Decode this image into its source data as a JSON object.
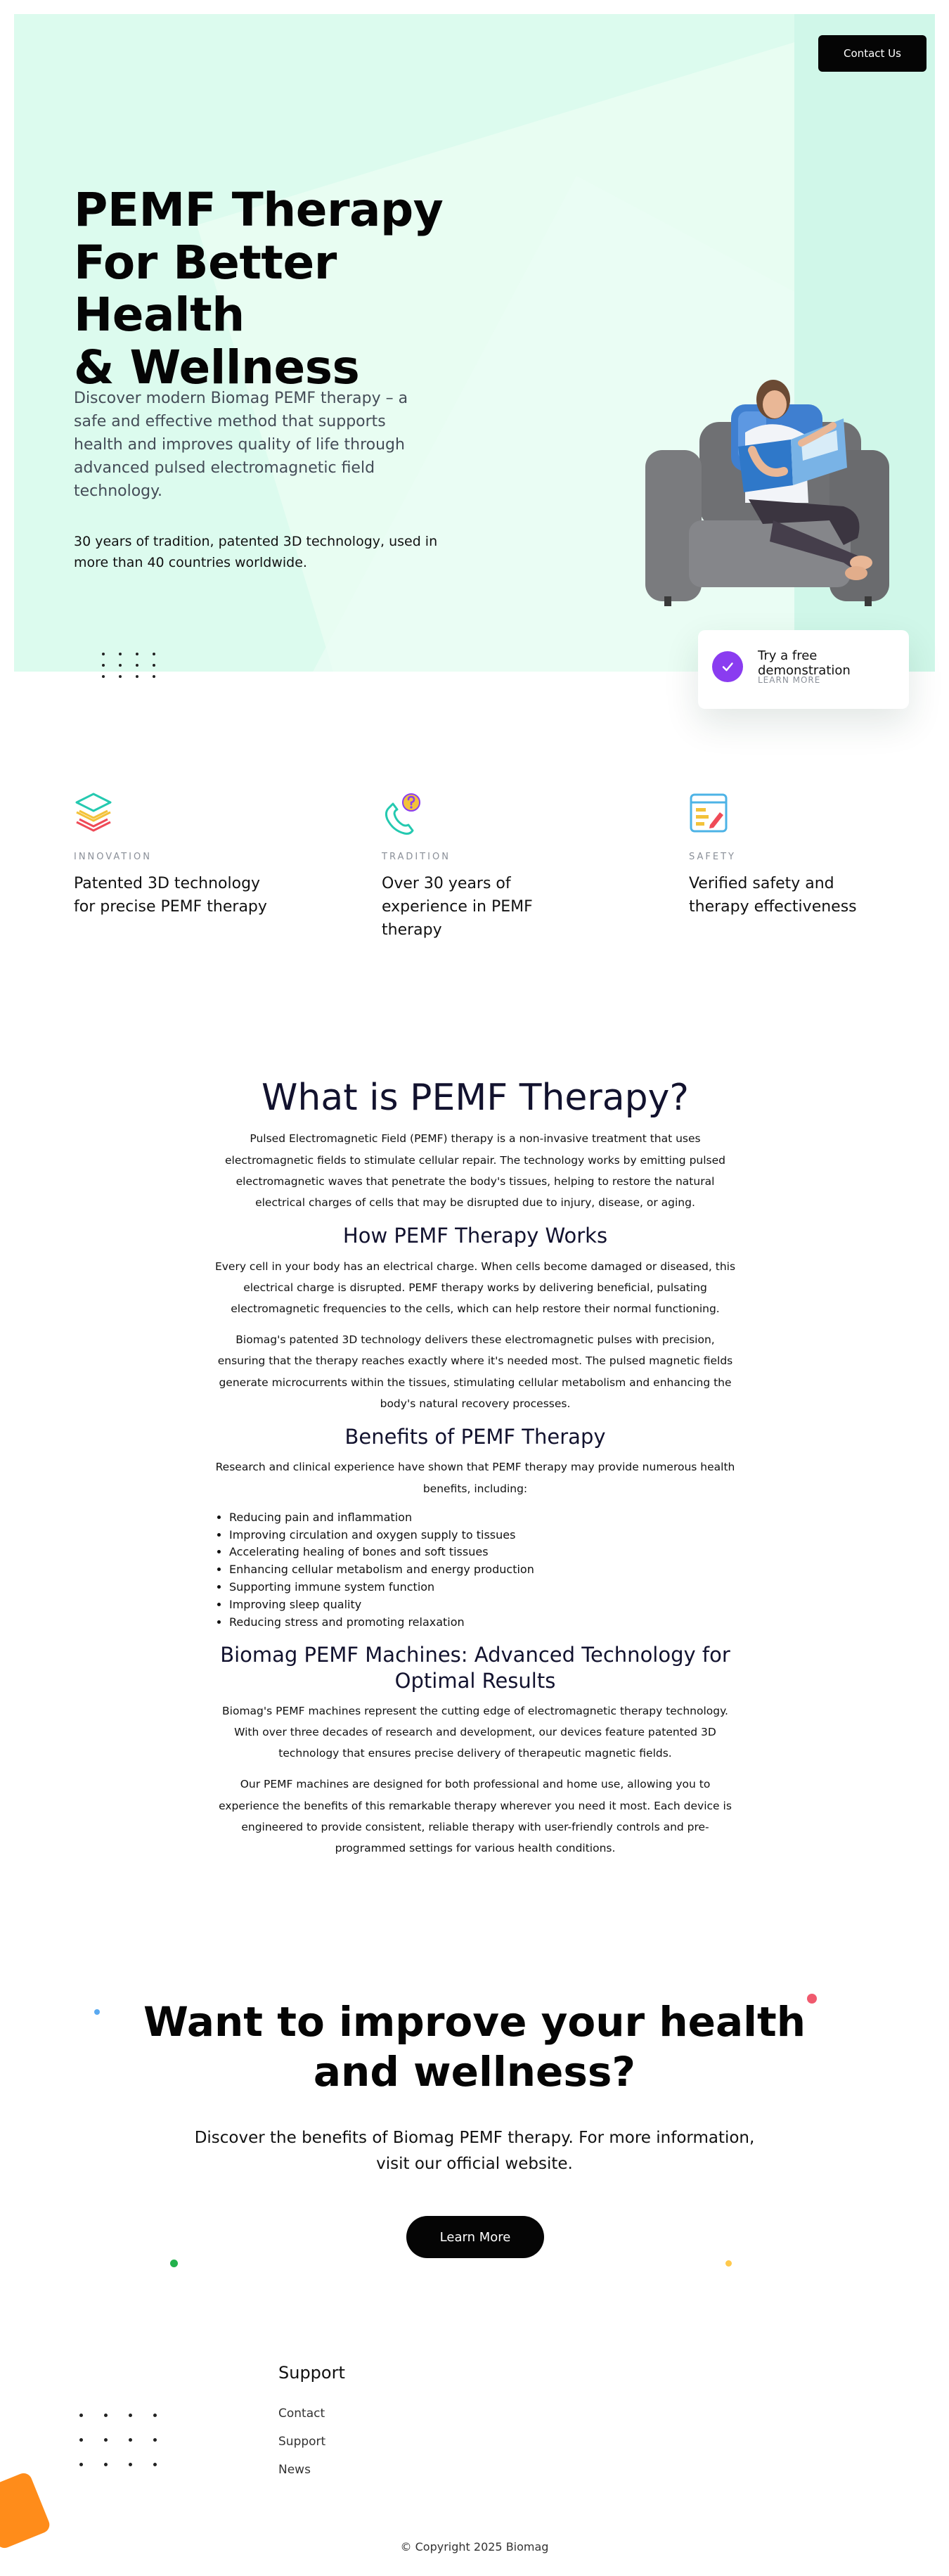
{
  "header": {
    "contact_label": "Contact Us"
  },
  "hero": {
    "title_lines": [
      "PEMF Therapy",
      "For Better Health",
      "& Wellness"
    ],
    "description": "Discover modern Biomag PEMF therapy – a safe and effective method that supports health and improves quality of life through advanced pulsed electromagnetic field technology.",
    "note": "30 years of tradition, patented 3D technology, used in more than 40 countries worldwide.",
    "demo_card": {
      "title": "Try a free demonstration",
      "link": "LEARN MORE",
      "icon": "check-icon"
    }
  },
  "features": [
    {
      "icon": "layers-icon",
      "label": "INNOVATION",
      "text": "Patented 3D technology for precise PEMF therapy"
    },
    {
      "icon": "phone-question-icon",
      "label": "TRADITION",
      "text": "Over 30 years of experience in PEMF therapy"
    },
    {
      "icon": "document-pen-icon",
      "label": "SAFETY",
      "text": "Verified safety and therapy effectiveness"
    }
  ],
  "article": {
    "title": "What is PEMF Therapy?",
    "intro": "Pulsed Electromagnetic Field (PEMF) therapy is a non-invasive treatment that uses electromagnetic fields to stimulate cellular repair. The technology works by emitting pulsed electromagnetic waves that penetrate the body's tissues, helping to restore the natural electrical charges of cells that may be disrupted due to injury, disease, or aging.",
    "how_title": "How PEMF Therapy Works",
    "how_p1": "Every cell in your body has an electrical charge. When cells become damaged or diseased, this electrical charge is disrupted. PEMF therapy works by delivering beneficial, pulsating electromagnetic frequencies to the cells, which can help restore their normal functioning.",
    "how_p2": "Biomag's patented 3D technology delivers these electromagnetic pulses with precision, ensuring that the therapy reaches exactly where it's needed most. The pulsed magnetic fields generate microcurrents within the tissues, stimulating cellular metabolism and enhancing the body's natural recovery processes.",
    "benefits_title": "Benefits of PEMF Therapy",
    "benefits_intro": "Research and clinical experience have shown that PEMF therapy may provide numerous health benefits, including:",
    "benefits": [
      "Reducing pain and inflammation",
      "Improving circulation and oxygen supply to tissues",
      "Accelerating healing of bones and soft tissues",
      "Enhancing cellular metabolism and energy production",
      "Supporting immune system function",
      "Improving sleep quality",
      "Reducing stress and promoting relaxation"
    ],
    "machines_title": "Biomag PEMF Machines: Advanced Technology for Optimal Results",
    "machines_p1": "Biomag's PEMF machines represent the cutting edge of electromagnetic therapy technology. With over three decades of research and development, our devices feature patented 3D technology that ensures precise delivery of therapeutic magnetic fields.",
    "machines_p2": "Our PEMF machines are designed for both professional and home use, allowing you to experience the benefits of this remarkable therapy wherever you need it most. Each device is engineered to provide consistent, reliable therapy with user-friendly controls and pre-programmed settings for various health conditions."
  },
  "cta": {
    "title_lines": [
      "Want to improve your health",
      "and wellness?"
    ],
    "description": "Discover the benefits of Biomag PEMF therapy. For more information, visit our official website.",
    "button": "Learn More"
  },
  "footer": {
    "heading": "Support",
    "links": [
      "Contact",
      "Support",
      "News"
    ],
    "copyright": "© Copyright 2025 Biomag"
  },
  "colors": {
    "hero_bg": "#dcfbee",
    "accent_purple": "#8a3cf0",
    "button_dark": "#050505",
    "deco_blue": "#5aa9f0",
    "deco_red": "#f05a6e",
    "deco_green": "#22b14c",
    "deco_yellow": "#ffc94d",
    "deco_orange": "#ff8c1a"
  }
}
